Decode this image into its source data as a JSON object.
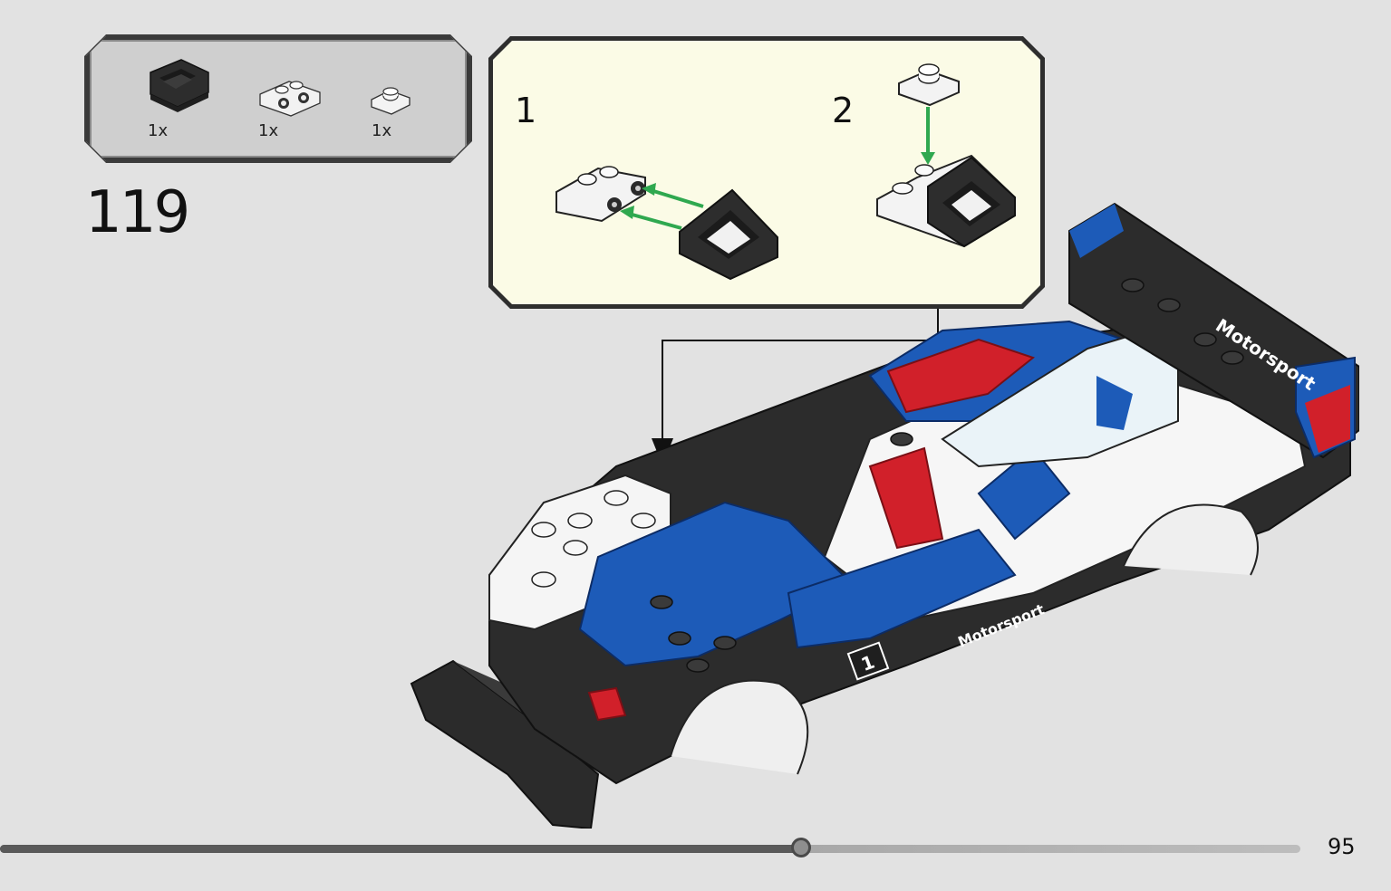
{
  "parts_list": {
    "items": [
      {
        "name": "black-slope-wedge-part",
        "qty": "1x"
      },
      {
        "name": "white-bracket-with-studs-part",
        "qty": "1x"
      },
      {
        "name": "white-1x1-plate-part",
        "qty": "1x"
      }
    ]
  },
  "step": {
    "number": "119"
  },
  "sub_steps": [
    {
      "number": "1"
    },
    {
      "number": "2"
    }
  ],
  "progress": {
    "fraction": 0.616
  },
  "page": {
    "number": "95"
  },
  "model_decals": {
    "wing_text": "Motorsport",
    "side_text": "Motorsport",
    "race_number": "1"
  },
  "colors": {
    "arrow_green": "#2fa84f",
    "sub_box_bg": "#fbfbe6",
    "parts_box_bg": "#cfcfcf",
    "car_blue": "#1d5bb8",
    "car_red": "#d1202a",
    "car_black": "#2b2b2b"
  }
}
